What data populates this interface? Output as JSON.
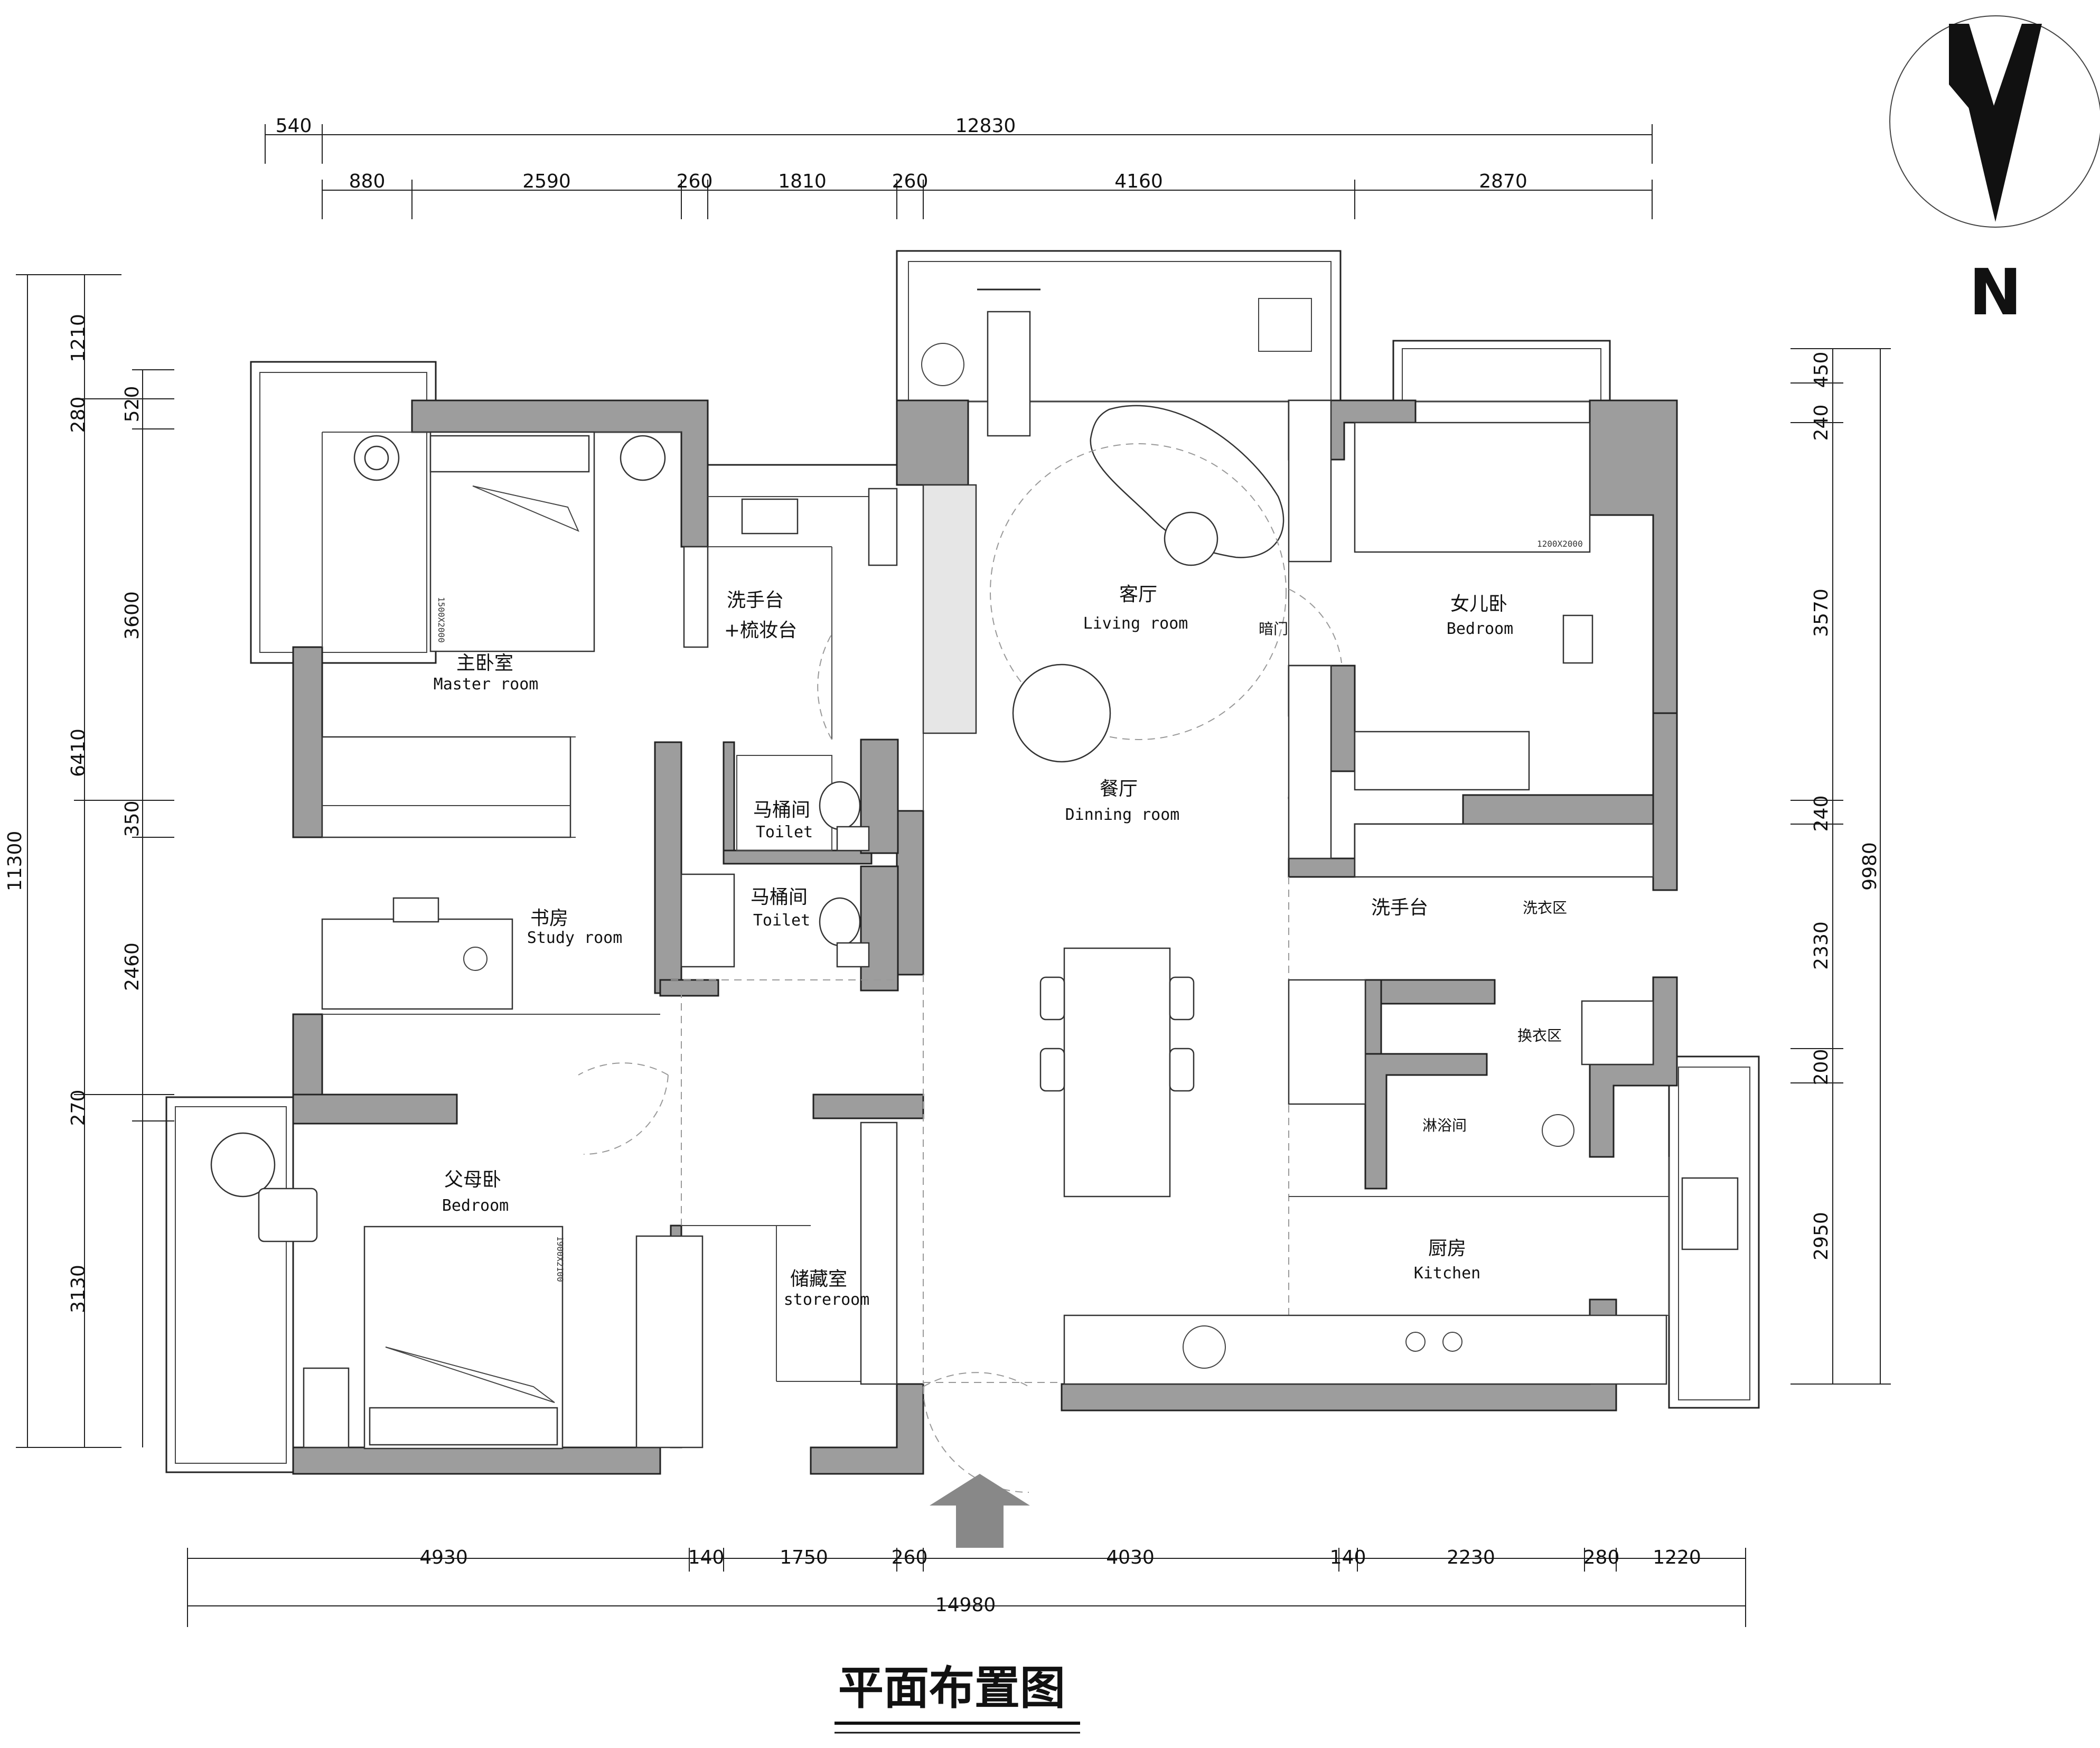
{
  "title": "平面布置图",
  "north_label": "N",
  "rooms": {
    "master": {
      "cn": "主卧室",
      "en": "Master room"
    },
    "vanity": {
      "cn1": "洗手台",
      "cn2": "+梳妆台"
    },
    "living": {
      "cn": "客厅",
      "en": "Living room"
    },
    "daughter": {
      "cn": "女儿卧",
      "en": "Bedroom"
    },
    "hidden_door": "暗门",
    "toilet1": {
      "cn": "马桶间",
      "en": "Toilet"
    },
    "toilet2": {
      "cn": "马桶间",
      "en": "Toilet"
    },
    "dining": {
      "cn": "餐厅",
      "en": "Dinning room"
    },
    "study": {
      "cn": "书房",
      "en": "Study room"
    },
    "washbasin": "洗手台",
    "laundry": "洗衣区",
    "changing": "换衣区",
    "shower": "淋浴间",
    "parents": {
      "cn": "父母卧",
      "en": "Bedroom"
    },
    "storage": {
      "cn": "储藏室",
      "en": "storeroom"
    },
    "kitchen": {
      "cn": "厨房",
      "en": "Kitchen"
    }
  },
  "bed_labels": {
    "master": "1500X2000",
    "parents": "1900X2100",
    "daughter": "1200X2000"
  },
  "dims": {
    "top_outer": [
      "540",
      "12830"
    ],
    "top_inner": [
      "880",
      "2590",
      "260",
      "1810",
      "260",
      "4160",
      "2870"
    ],
    "left_outer": [
      "1210",
      "6410",
      "11300"
    ],
    "left_inner": [
      "280",
      "520",
      "3600",
      "350",
      "2460",
      "270",
      "3130"
    ],
    "right_outer": [
      "9980"
    ],
    "right_inner": [
      "240",
      "450",
      "3570",
      "240",
      "2330",
      "200",
      "2950"
    ],
    "bottom_inner": [
      "4930",
      "140",
      "1750",
      "260",
      "4030",
      "140",
      "2230",
      "280",
      "1220"
    ],
    "bottom_outer": [
      "14980"
    ]
  }
}
